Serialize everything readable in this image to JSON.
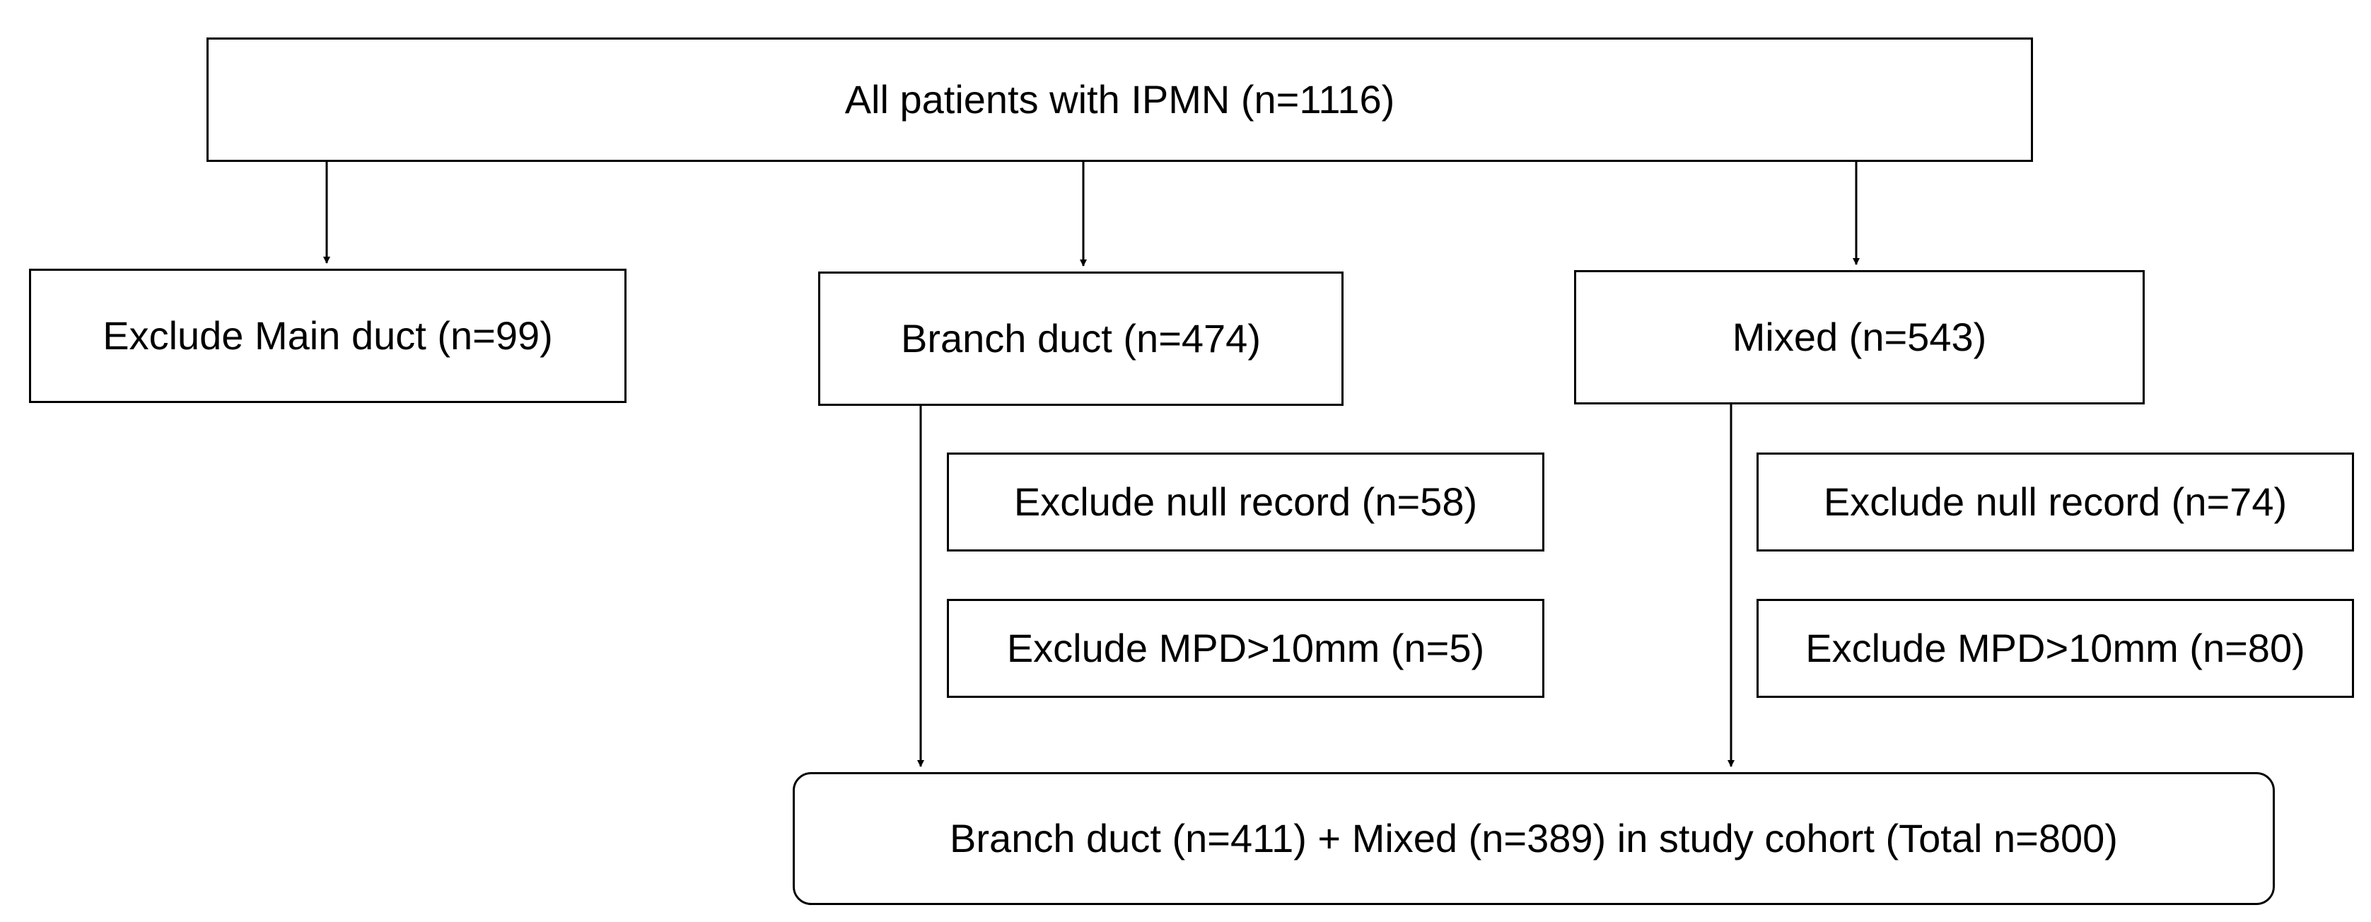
{
  "diagram": {
    "root": {
      "label": "All patients with IPMN (n=1116)"
    },
    "exclude_main": {
      "label": "Exclude Main duct (n=99)"
    },
    "branch": {
      "label": "Branch duct (n=474)"
    },
    "mixed": {
      "label": "Mixed (n=543)"
    },
    "branch_exclusions": [
      {
        "label": "Exclude null record (n=58)"
      },
      {
        "label": "Exclude MPD>10mm (n=5)"
      }
    ],
    "mixed_exclusions": [
      {
        "label": "Exclude null record (n=74)"
      },
      {
        "label": "Exclude MPD>10mm (n=80)"
      }
    ],
    "cohort": {
      "label": "Branch duct (n=411) + Mixed (n=389) in study cohort (Total n=800)"
    }
  },
  "colors": {
    "stroke": "#000000",
    "fill": "#ffffff"
  }
}
